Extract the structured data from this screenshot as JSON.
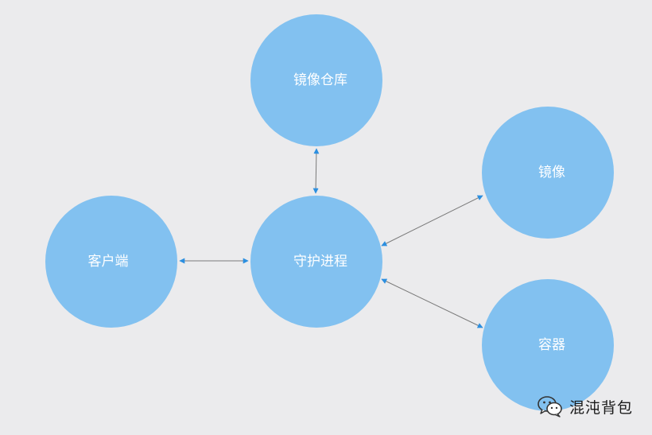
{
  "diagram": {
    "nodes": {
      "registry": "镜像仓库",
      "image": "镜像",
      "client": "客户端",
      "daemon": "守护进程",
      "container": "容器"
    },
    "edges": [
      {
        "from": "registry",
        "to": "daemon",
        "direction": "both"
      },
      {
        "from": "client",
        "to": "daemon",
        "direction": "both"
      },
      {
        "from": "daemon",
        "to": "image",
        "direction": "both"
      },
      {
        "from": "daemon",
        "to": "container",
        "direction": "both"
      }
    ]
  },
  "colors": {
    "background": "#ebebed",
    "node_fill": "#82c1f0",
    "edge": "#7a7a7a",
    "arrowhead": "#2c8fe0"
  },
  "watermark": {
    "icon": "wechat-icon",
    "text": "混沌背包"
  }
}
